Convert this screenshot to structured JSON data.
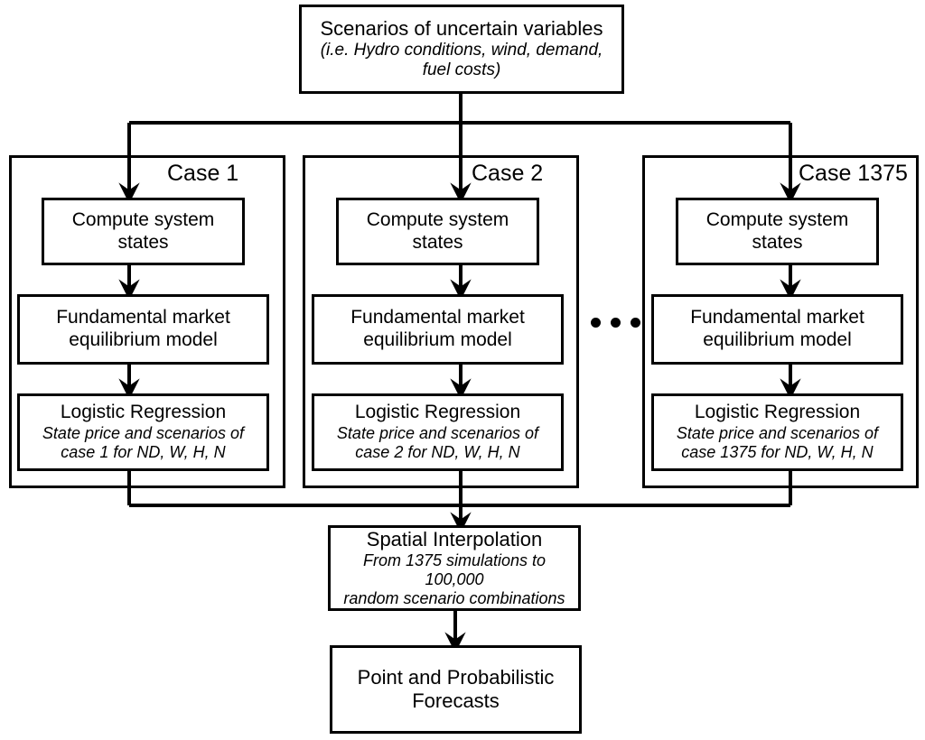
{
  "diagram": {
    "title": "Scenario-based probabilistic forecasting workflow",
    "ink_color": "#000000",
    "background": "#ffffff",
    "top_box": {
      "title": "Scenarios of uncertain variables",
      "sub_line_1": "(i.e. Hydro conditions, wind, demand,",
      "sub_line_2": "fuel costs)"
    },
    "cases": [
      {
        "label": "Case 1",
        "steps": [
          {
            "title_line_1": "Compute system",
            "title_line_2": "states"
          },
          {
            "title_line_1": "Fundamental market",
            "title_line_2": "equilibrium model"
          },
          {
            "title_line_1": "Logistic Regression",
            "sub_line_1": "State price and scenarios of",
            "sub_line_2": "case 1 for ND, W, H, N"
          }
        ]
      },
      {
        "label": "Case 2",
        "steps": [
          {
            "title_line_1": "Compute system",
            "title_line_2": "states"
          },
          {
            "title_line_1": "Fundamental market",
            "title_line_2": "equilibrium model"
          },
          {
            "title_line_1": "Logistic Regression",
            "sub_line_1": "State price and scenarios of",
            "sub_line_2": "case 2 for ND, W, H, N"
          }
        ]
      },
      {
        "label": "Case 1375",
        "steps": [
          {
            "title_line_1": "Compute system",
            "title_line_2": "states"
          },
          {
            "title_line_1": "Fundamental market",
            "title_line_2": "equilibrium model"
          },
          {
            "title_line_1": "Logistic Regression",
            "sub_line_1": "State price and scenarios of",
            "sub_line_2": "case 1375 for ND, W, H, N"
          }
        ]
      }
    ],
    "ellipsis_label": "...",
    "interpolation_box": {
      "title": "Spatial Interpolation",
      "sub_line_1": "From 1375 simulations to 100,000",
      "sub_line_2": "random scenario combinations"
    },
    "output_box": {
      "title_line_1": "Point and Probabilistic",
      "title_line_2": "Forecasts"
    }
  }
}
